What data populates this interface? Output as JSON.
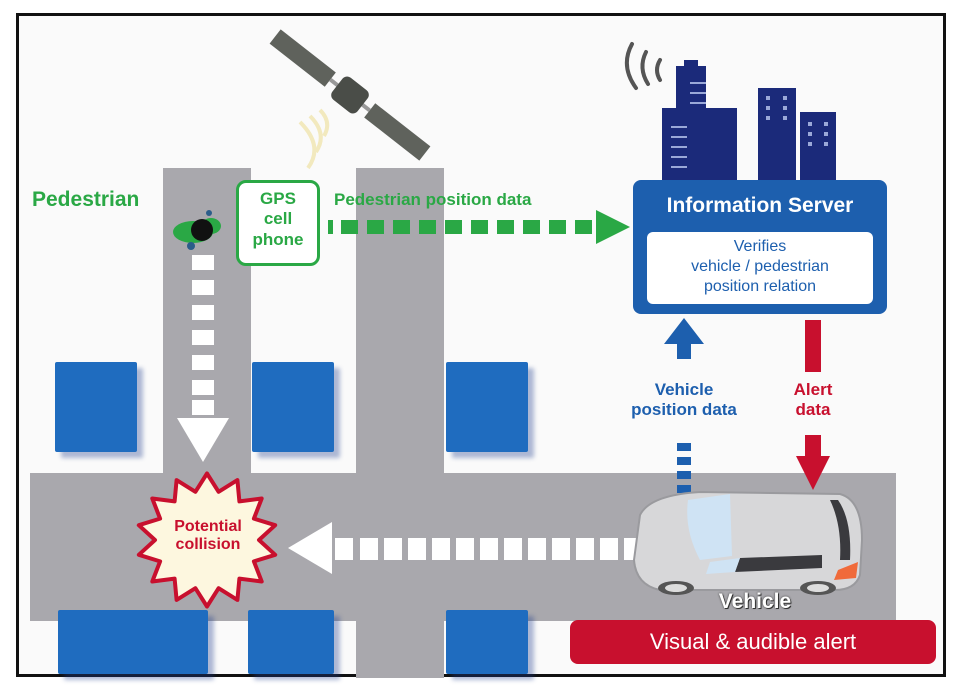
{
  "diagram": {
    "colors": {
      "green": "#2aa845",
      "blue_server": "#1d5fae",
      "blue_dark": "#1b2a7a",
      "red": "#c8102e",
      "road": "#a9a8ad",
      "block": "#1f6cbf"
    },
    "pedestrian": {
      "label": "Pedestrian",
      "device_label_line1": "GPS",
      "device_label_line2": "cell",
      "device_label_line3": "phone"
    },
    "pedestrian_arrow_label": "Pedestrian position data",
    "server": {
      "title": "Information Server",
      "desc_line1": "Verifies",
      "desc_line2": "vehicle / pedestrian",
      "desc_line3": "position relation"
    },
    "vehicle_arrow_label_line1": "Vehicle",
    "vehicle_arrow_label_line2": "position data",
    "alert_arrow_label_line1": "Alert",
    "alert_arrow_label_line2": "data",
    "collision_label_line1": "Potential",
    "collision_label_line2": "collision",
    "vehicle_label": "Vehicle",
    "alert_banner": "Visual & audible alert",
    "icons": [
      "satellite-icon",
      "signal-waves-icon",
      "buildings-icon",
      "pedestrian-icon",
      "car-icon",
      "collision-burst-icon"
    ]
  }
}
